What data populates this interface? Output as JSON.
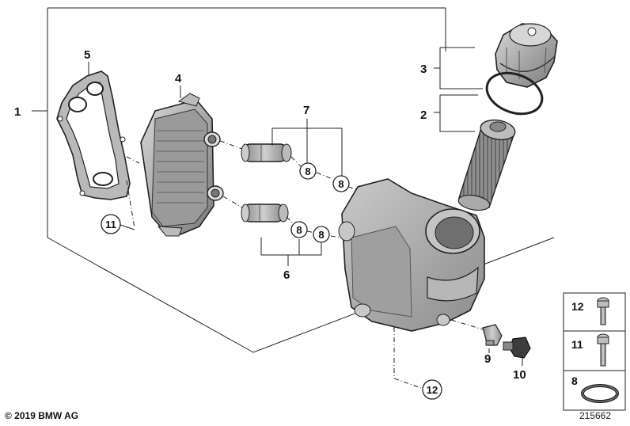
{
  "diagram": {
    "labels": {
      "p1": "1",
      "p2": "2",
      "p3": "3",
      "p4": "4",
      "p5": "5",
      "p6": "6",
      "p7": "7",
      "p9": "9",
      "p10": "10"
    },
    "circled": {
      "c8a": "8",
      "c8b": "8",
      "c8c": "8",
      "c8d": "8",
      "c11": "11",
      "c12": "12"
    },
    "sidebar": {
      "item_12": "12",
      "item_11": "11",
      "item_8": "8"
    }
  },
  "footer": {
    "copyright": "© 2019 BMW AG",
    "drawing_id": "215662"
  }
}
